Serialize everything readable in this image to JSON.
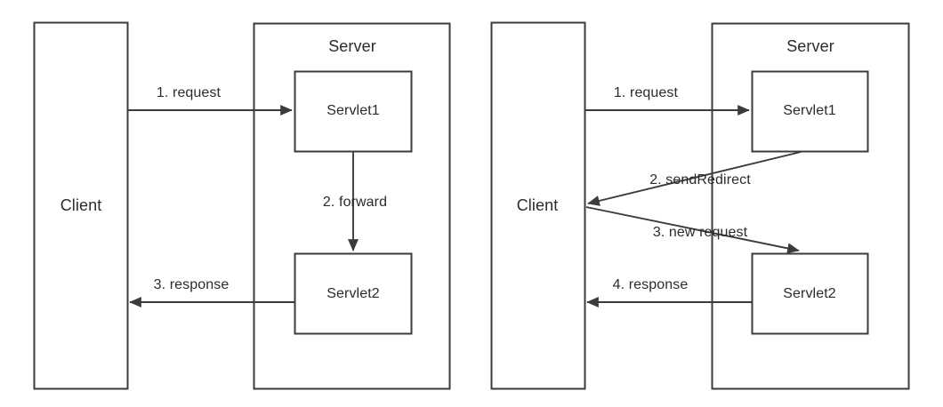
{
  "diagram": {
    "type": "flow-diagram",
    "stroke_color": "#3b3b3b",
    "text_color": "#2b2b2b",
    "background": "#ffffff",
    "panels": [
      {
        "id": "forward",
        "client": {
          "label": "Client"
        },
        "server": {
          "label": "Server"
        },
        "nodes": [
          {
            "id": "servlet1",
            "label": "Servlet1"
          },
          {
            "id": "servlet2",
            "label": "Servlet2"
          }
        ],
        "edges": [
          {
            "id": "e1",
            "label": "1. request",
            "from": "client",
            "to": "servlet1"
          },
          {
            "id": "e2",
            "label": "2. forward",
            "from": "servlet1",
            "to": "servlet2"
          },
          {
            "id": "e3",
            "label": "3. response",
            "from": "servlet2",
            "to": "client"
          }
        ]
      },
      {
        "id": "sendRedirect",
        "client": {
          "label": "Client"
        },
        "server": {
          "label": "Server"
        },
        "nodes": [
          {
            "id": "servlet1",
            "label": "Servlet1"
          },
          {
            "id": "servlet2",
            "label": "Servlet2"
          }
        ],
        "edges": [
          {
            "id": "e1",
            "label": "1. request",
            "from": "client",
            "to": "servlet1"
          },
          {
            "id": "e2",
            "label": "2. sendRedirect",
            "from": "servlet1",
            "to": "client"
          },
          {
            "id": "e3",
            "label": "3. new request",
            "from": "client",
            "to": "servlet2"
          },
          {
            "id": "e4",
            "label": "4. response",
            "from": "servlet2",
            "to": "client"
          }
        ]
      }
    ]
  }
}
